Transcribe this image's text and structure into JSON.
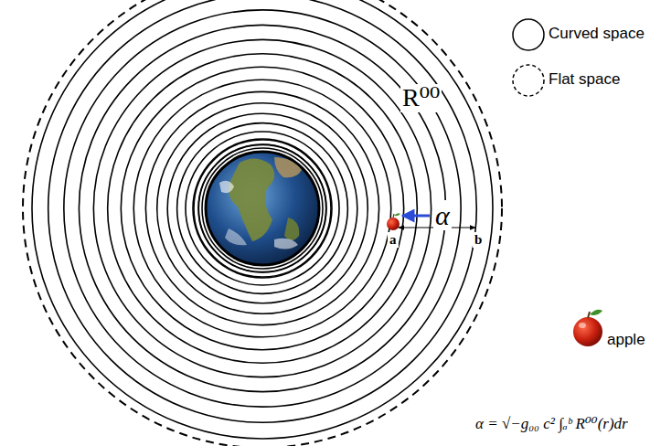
{
  "diagram": {
    "labels": [
      "R⁰⁰",
      "α",
      "a",
      "b",
      "α = √−g₀₀ c² ∫ₐᵇ R⁰⁰(r)dr"
    ],
    "legend": [
      {
        "text": "Curved space"
      },
      {
        "text": "Flat space"
      },
      {
        "text": "apple"
      }
    ]
  }
}
